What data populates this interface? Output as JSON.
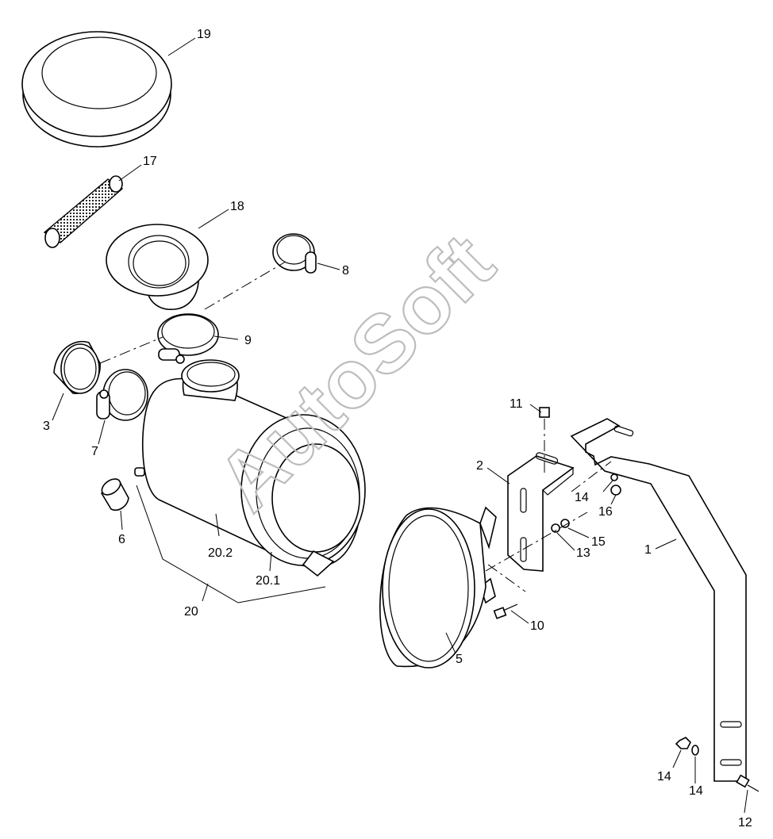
{
  "watermark": "AutoSoft",
  "callouts": {
    "c1": "1",
    "c2": "2",
    "c3": "3",
    "c5": "5",
    "c6": "6",
    "c7": "7",
    "c8": "8",
    "c9": "9",
    "c10": "10",
    "c11": "11",
    "c12": "12",
    "c13": "13",
    "c14a": "14",
    "c14b": "14",
    "c14c": "14",
    "c15": "15",
    "c16": "16",
    "c17": "17",
    "c18": "18",
    "c19": "19",
    "c20": "20",
    "c20_1": "20.1",
    "c20_2": "20.2"
  }
}
